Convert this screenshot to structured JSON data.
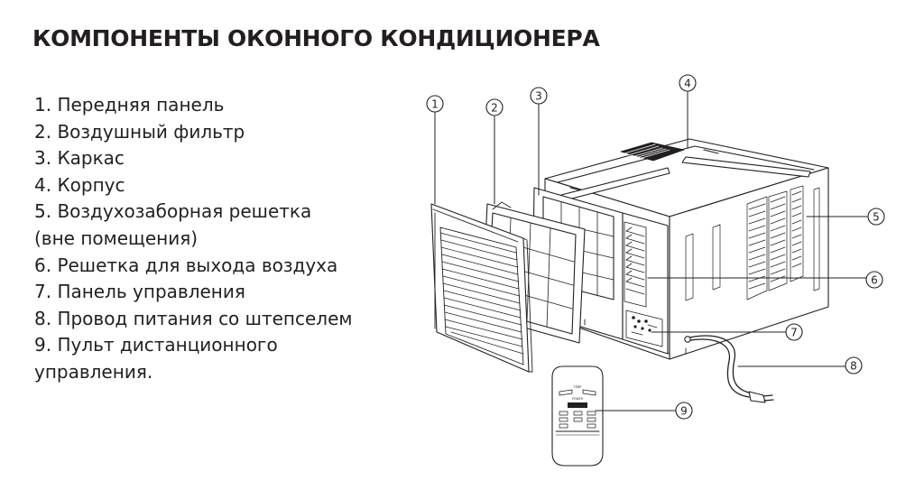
{
  "title": "КОМПОНЕНТЫ ОКОННОГО КОНДИЦИОНЕРА",
  "legend": [
    "1. Передняя панель",
    "2. Воздушный фильтр",
    "3. Каркас",
    "4. Корпус",
    "5. Воздухозаборная решетка",
    "(вне помещения)",
    "6. Решетка для выхода воздуха",
    "7. Панель управления",
    "8. Провод питания со штепселем",
    "9. Пульт дистанционного",
    "управления."
  ],
  "callouts": [
    "1",
    "2",
    "3",
    "4",
    "5",
    "6",
    "7",
    "8",
    "9"
  ],
  "remote_labels": {
    "top": "TEMP",
    "mid": "POWER"
  },
  "colors": {
    "text": "#231f20",
    "line": "#231f20"
  }
}
